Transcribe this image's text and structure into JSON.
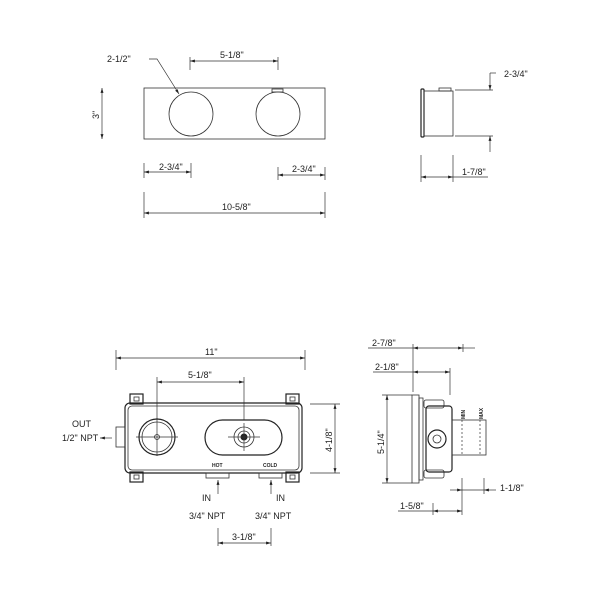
{
  "top_front_view": {
    "diameter": "2-1/2\"",
    "center_spacing": "5-1/8\"",
    "height": "3\"",
    "left_offset": "2-3/4\"",
    "right_offset": "2-3/4\"",
    "width": "10-5/8\""
  },
  "top_side_view": {
    "height": "2-3/4\"",
    "depth": "1-7/8\""
  },
  "valve_front_view": {
    "width": "11\"",
    "center_spacing": "5-1/8\"",
    "height": "4-1/8\"",
    "out_label": "OUT",
    "out_size": "1/2\" NPT",
    "hot_label": "HOT",
    "cold_label": "COLD",
    "in_left_label": "IN",
    "in_left_size": "3/4\" NPT",
    "in_right_label": "IN",
    "in_right_size": "3/4\" NPT",
    "inlet_spacing": "3-1/8\""
  },
  "valve_side_view": {
    "depth_total": "2-7/8\"",
    "depth_body": "2-1/8\"",
    "height": "5-1/4\"",
    "extension": "1-1/8\"",
    "min_label": "MIN",
    "max_label": "MAX",
    "offset": "1-5/8\""
  }
}
